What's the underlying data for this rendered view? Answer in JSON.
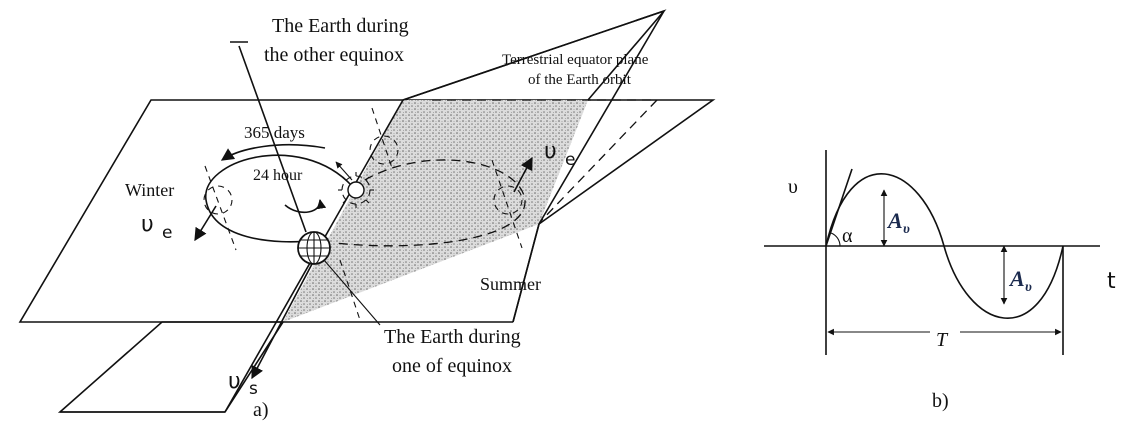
{
  "diagram_a": {
    "label": "a)",
    "callout_other_equinox_line1": "The Earth during",
    "callout_other_equinox_line2": "the other equinox",
    "plane_label_line1": "Terrestrial equator plane",
    "plane_label_line2": "of the Earth orbit",
    "orbit_days": "365 days",
    "rotation": "24 hour",
    "season_winter": "Winter",
    "season_summer": "Summer",
    "callout_equinox_line1": "The Earth during",
    "callout_equinox_line2": "one of equinox",
    "velocity_symbol": "υ",
    "subscript_e": "e",
    "subscript_s": "s"
  },
  "diagram_b": {
    "label": "b)",
    "axis_y": "υ",
    "axis_x": "t",
    "angle": "α",
    "amplitude": "A",
    "amplitude_sub": "υ",
    "period": "T"
  }
}
